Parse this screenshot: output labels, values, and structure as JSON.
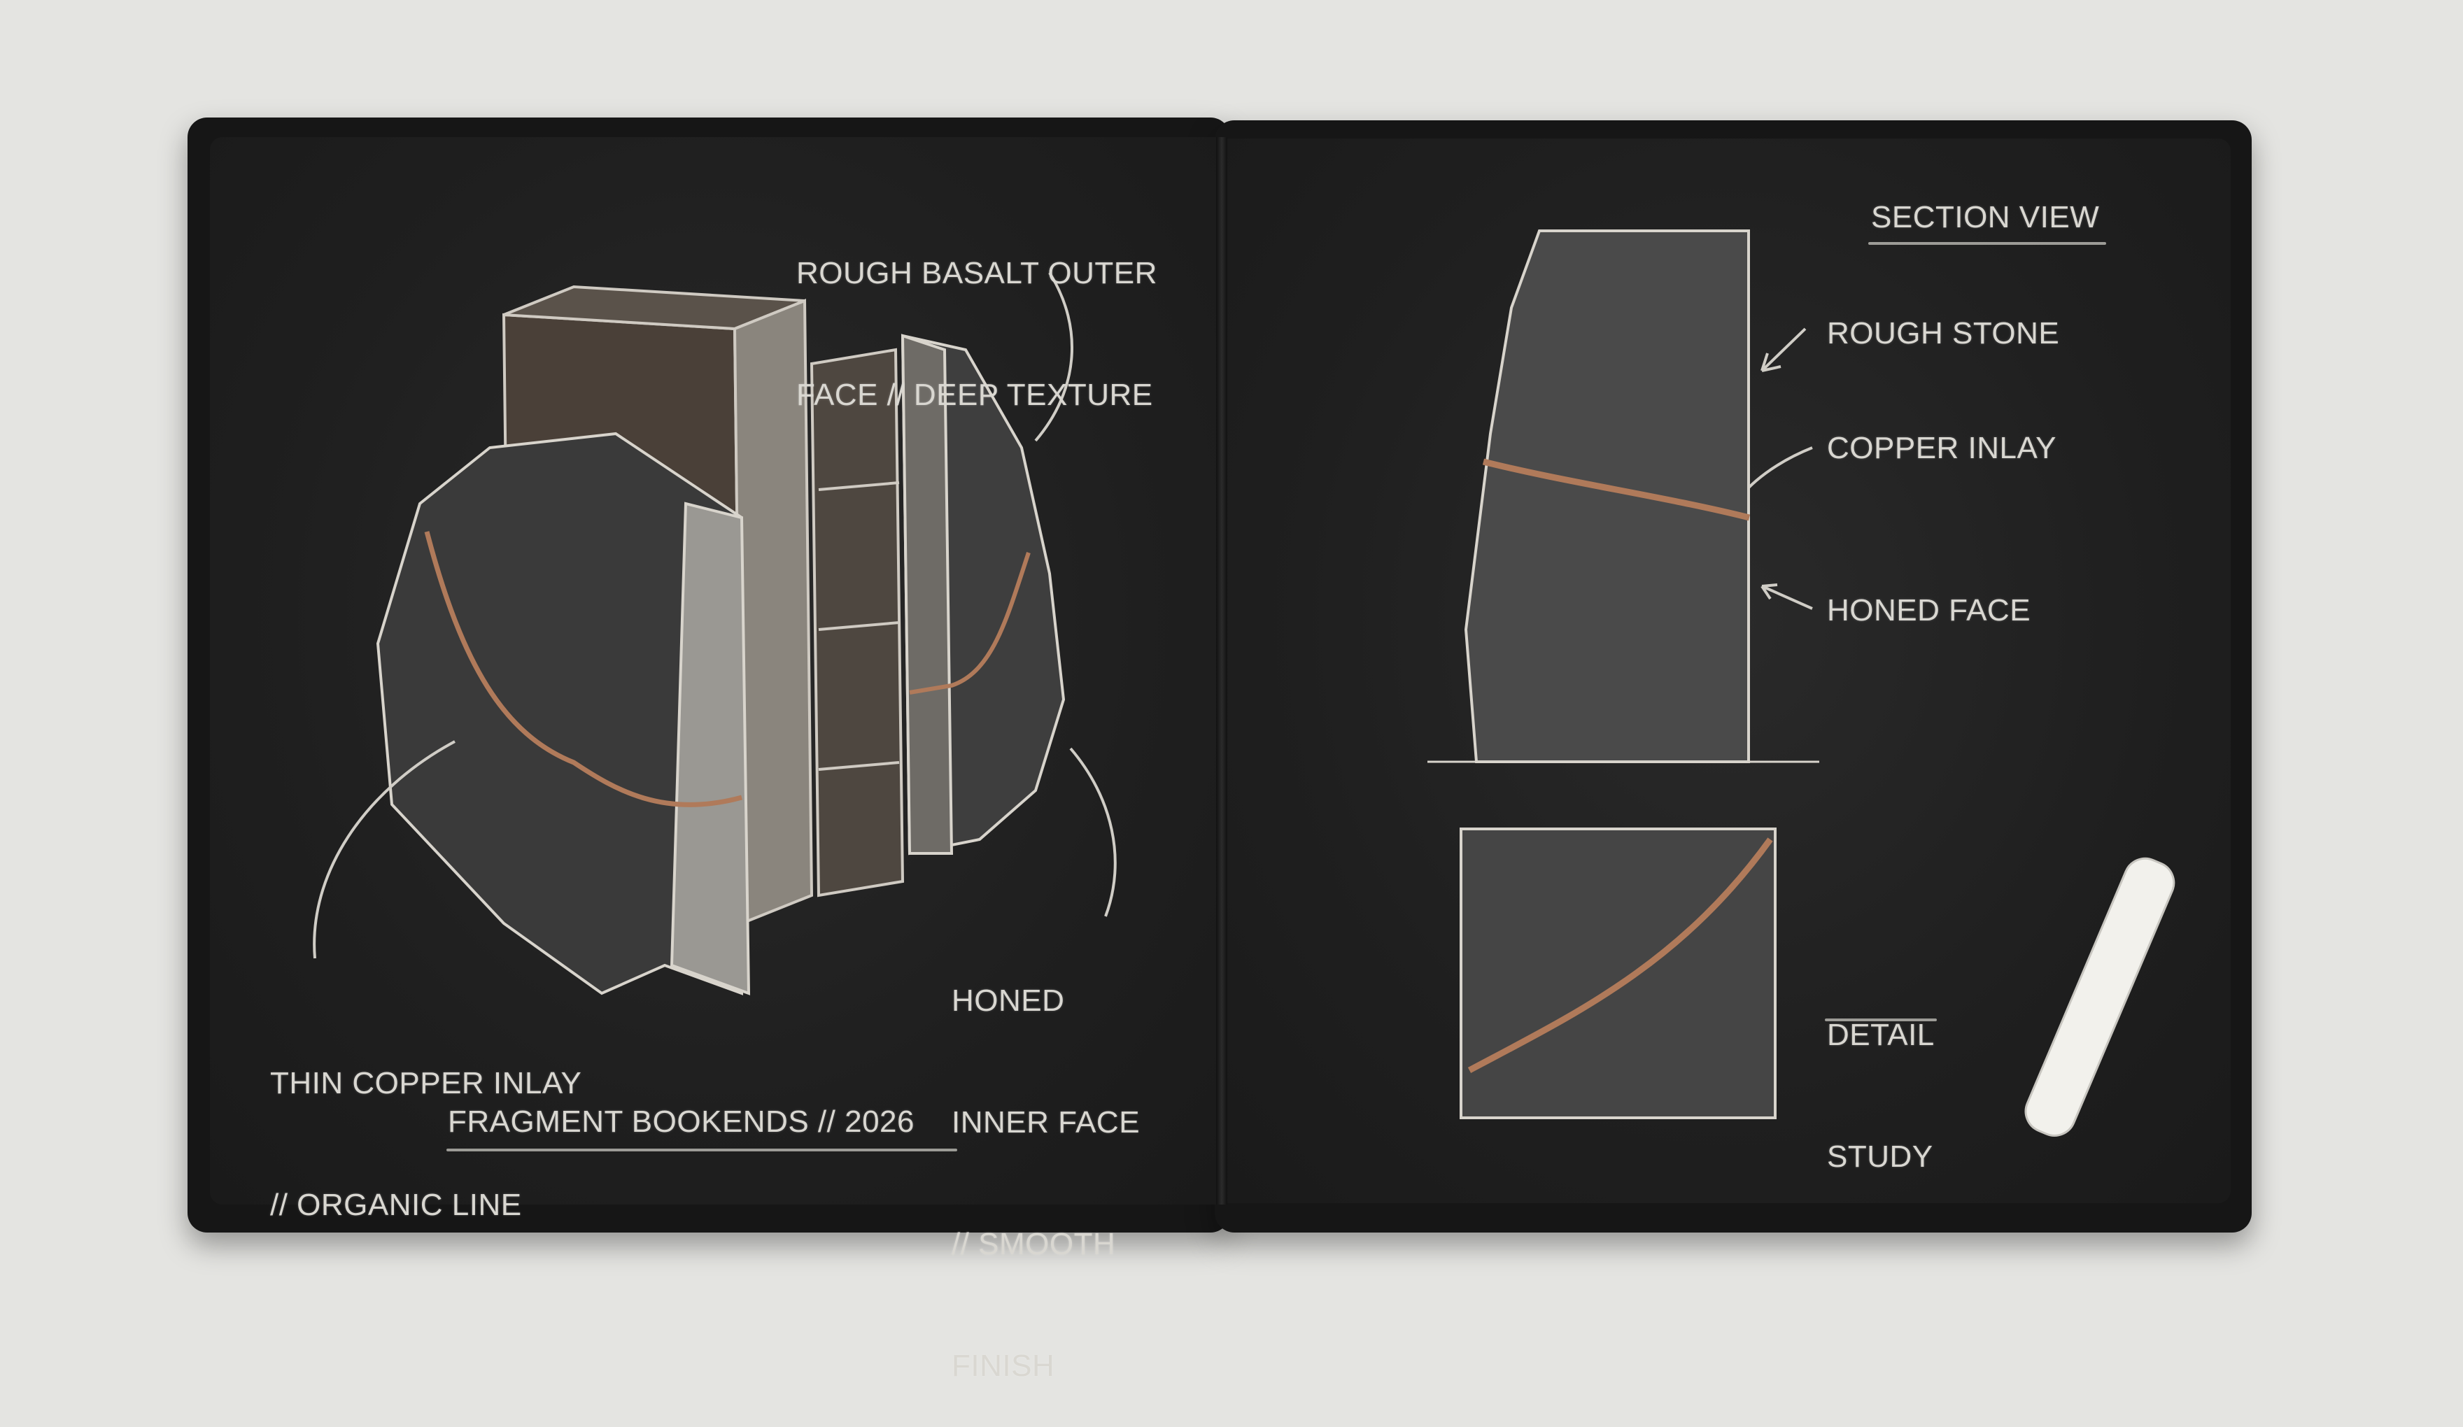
{
  "left_page": {
    "annotations": {
      "outer_face": [
        "ROUGH BASALT OUTER",
        "FACE // DEEP TEXTURE"
      ],
      "copper_inlay": [
        "THIN COPPER INLAY",
        "// ORGANIC LINE"
      ],
      "inner_face": [
        "HONED",
        "INNER FACE",
        "// SMOOTH",
        "FINISH"
      ]
    },
    "title": "FRAGMENT BOOKENDS // 2026"
  },
  "right_page": {
    "heading": "SECTION VIEW",
    "callouts": [
      "ROUGH STONE",
      "COPPER INLAY",
      "HONED FACE"
    ],
    "detail_label": [
      "DETAIL",
      "STUDY"
    ]
  },
  "colors": {
    "background": "#e4e4e1",
    "page": "#222222",
    "chalk": "#d9d7d1",
    "copper": "#b07a5a"
  }
}
